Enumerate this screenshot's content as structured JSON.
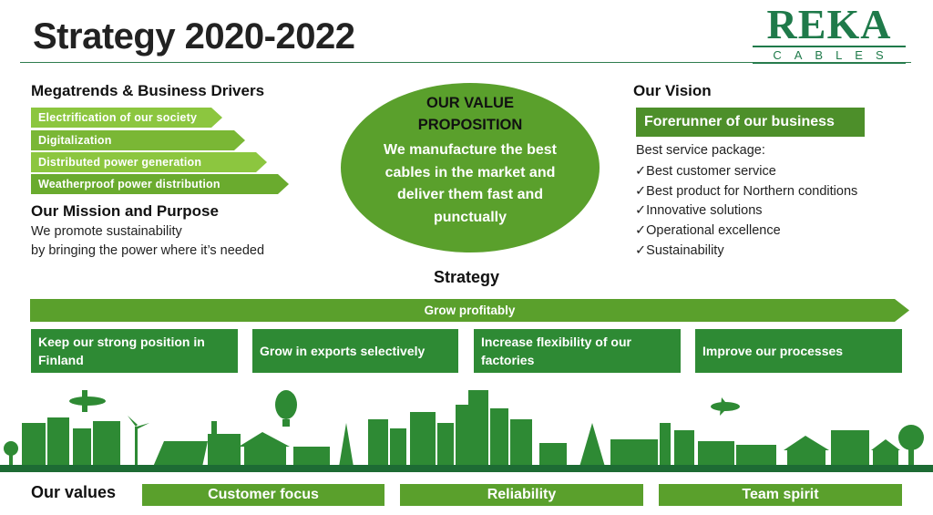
{
  "slide": {
    "title": "Strategy 2020-2022"
  },
  "logo": {
    "name": "REKA",
    "subtitle": "CABLES"
  },
  "megatrends": {
    "heading": "Megatrends & Business Drivers",
    "items": [
      "Electrification of our society",
      "Digitalization",
      "Distributed power generation",
      "Weatherproof power distribution"
    ]
  },
  "mission": {
    "heading": "Our Mission and Purpose",
    "line1": "We promote sustainability",
    "line2": "by bringing the power where it’s needed"
  },
  "value_proposition": {
    "title_line1": "OUR VALUE",
    "title_line2": "PROPOSITION",
    "body": "We manufacture the best cables in the market and deliver them fast and punctually"
  },
  "vision": {
    "heading": "Our Vision",
    "box": "Forerunner of our business",
    "sub": "Best service package:",
    "items": [
      "✓Best customer service",
      "✓Best product for Northern conditions",
      "✓Innovative solutions",
      "✓Operational excellence",
      "✓Sustainability"
    ]
  },
  "strategy": {
    "heading": "Strategy",
    "main_arrow": "Grow profitably",
    "pillars": [
      "Keep our strong position in Finland",
      "Grow in exports selectively",
      "Increase flexibility of our factories",
      "Improve our processes"
    ]
  },
  "values": {
    "heading": "Our values",
    "items": [
      "Customer focus",
      "Reliability",
      "Team spirit"
    ]
  },
  "colors": {
    "dark_green": "#1f7a4a",
    "mid_green": "#5aa02c",
    "light_green": "#8cc63f",
    "pillar_green": "#2e8a34"
  },
  "icons": [
    "airplane-icon",
    "wind-turbine-icon",
    "hot-air-balloon-icon",
    "radio-tower-icon",
    "power-pylon-icon",
    "train-icon",
    "bus-icon",
    "tree-icon",
    "factory-icon",
    "house-icon",
    "truck-icon",
    "excavator-icon"
  ]
}
